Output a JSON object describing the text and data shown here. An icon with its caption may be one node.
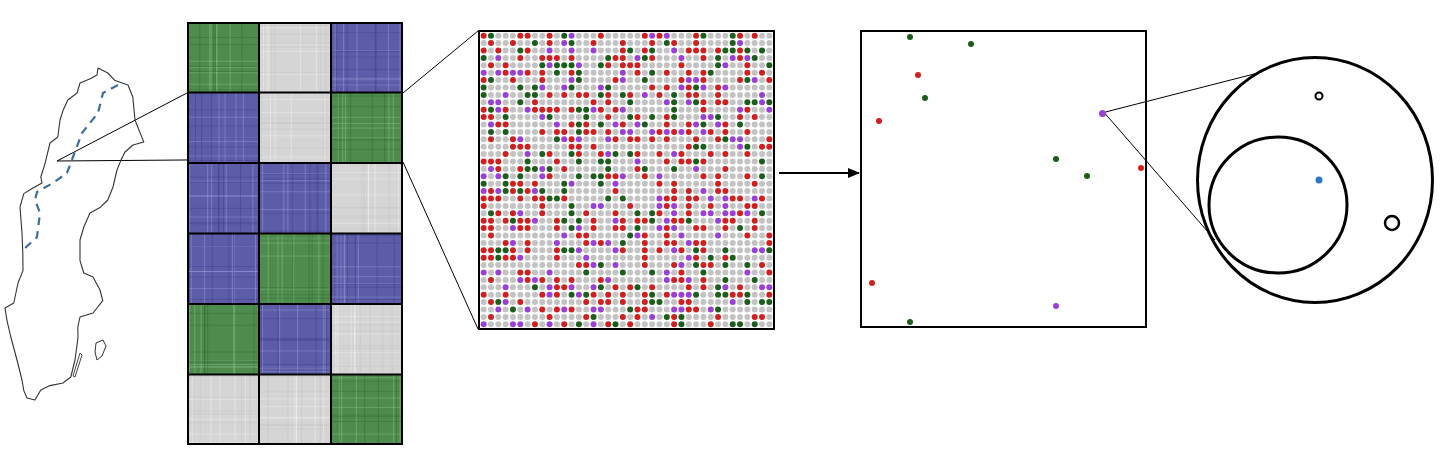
{
  "diagram": {
    "nodes": [
      {
        "text": [],
        "shape": "picture"
      },
      {
        "text": [],
        "shape": "box"
      },
      {
        "text": [],
        "shape": "box"
      },
      {
        "text": [],
        "shape": "box"
      },
      {
        "text": [],
        "shape": "circle",
        "in": 3
      },
      {
        "text": [],
        "shape": "circle"
      }
    ],
    "edges": [
      {
        "from": 0,
        "to": 1,
        "arrow": "none"
      },
      {
        "from": 0,
        "to": 1,
        "arrow": "none"
      },
      {
        "from": 1,
        "to": 2,
        "arrow": "none"
      },
      {
        "from": 1,
        "to": 2,
        "arrow": "none"
      },
      {
        "from": 2,
        "to": 3,
        "arrow": "to"
      },
      {
        "from": 4,
        "to": 5,
        "arrow": "none"
      },
      {
        "from": 4,
        "to": 5,
        "arrow": "none"
      }
    ]
  }
}
